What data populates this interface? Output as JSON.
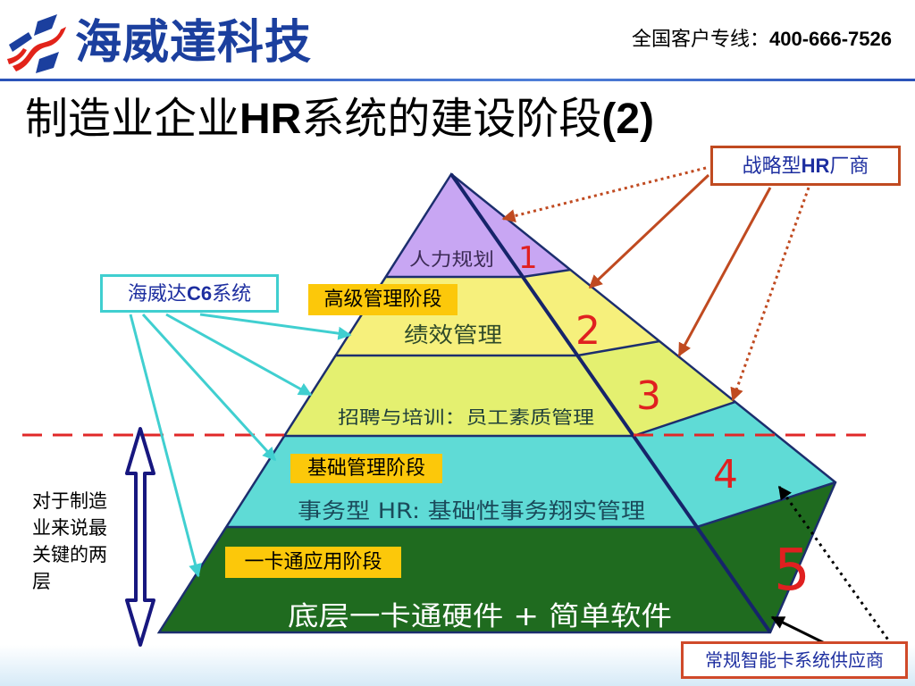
{
  "header": {
    "logo_text": "海威達科技",
    "hotline_label": "全国客户专线：",
    "hotline_number": "400-666-7526"
  },
  "title": {
    "part1": "制造业企业",
    "part2": "HR",
    "part3": "系统的建设阶段",
    "part4": "(2)"
  },
  "pyramid": {
    "layers": [
      {
        "label": "人力规划",
        "number": "1",
        "color": "#c8a6f3"
      },
      {
        "label": "绩效管理",
        "number": "2",
        "color": "#f6f07c"
      },
      {
        "label": "招聘与培训：员工素质管理",
        "number": "3",
        "color": "#e4f070"
      },
      {
        "label": "事务型 HR: 基础性事务翔实管理",
        "number": "4",
        "color": "#5fdbd6"
      },
      {
        "label": "底层一卡通硬件 + 简单软件",
        "number": "5",
        "color": "#1f6b1f"
      }
    ]
  },
  "stages": {
    "high": "高级管理阶段",
    "basic": "基础管理阶段",
    "card": "一卡通应用阶段"
  },
  "callouts": {
    "c6": {
      "part1": "海威达",
      "part2": "C6",
      "part3": "系统"
    },
    "strategic": {
      "part1": "战略型",
      "part2": "HR",
      "part3": "厂商"
    },
    "card_vendor": "常规智能卡系统供应商"
  },
  "side_note": {
    "lines": [
      "对于制造",
      "业来说最",
      "关键的两",
      "层"
    ]
  },
  "colors": {
    "brand_blue": "#1b3f9e",
    "stage_label": "#fcc80a",
    "divider_dash": "#e02828",
    "number_red": "#e02020"
  }
}
